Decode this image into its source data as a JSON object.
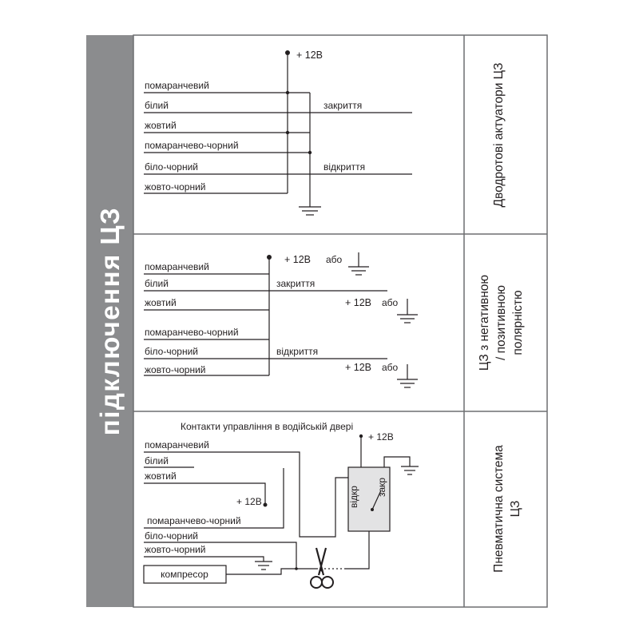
{
  "title": "підключення ЦЗ",
  "panel1": {
    "caption": "Дводротові актуатори ЦЗ",
    "power": "+ 12В",
    "wires": [
      "помаранчевий",
      "білий",
      "жовтий",
      "помаранчево-чорний",
      "біло-чорний",
      "жовто-чорний"
    ],
    "lock": "закриття",
    "unlock": "відкриття"
  },
  "panel2": {
    "caption_lines": [
      "ЦЗ з негативною",
      "/ позитивною",
      "полярністю"
    ],
    "power_or": "+ 12В",
    "abo": "або",
    "wires": [
      "помаранчевий",
      "білий",
      "жовтий",
      "помаранчево-чорний",
      "біло-чорний",
      "жовто-чорний"
    ],
    "lock": "закриття",
    "unlock": "відкриття"
  },
  "panel3": {
    "caption_lines": [
      "Пневматична система",
      "ЦЗ"
    ],
    "header": "Контакти управління в водійській двері",
    "power": "+ 12В",
    "wires": [
      "помаранчевий",
      "білий",
      "жовтий",
      "помаранчево-чорний",
      "біло-чорний",
      "жовто-чорний"
    ],
    "compressor": "компресор",
    "open_label": "відкр",
    "close_label": "закр"
  },
  "colors": {
    "sidebar": "#8b8c8e",
    "line": "#231f20",
    "switch_box": "#e3e3e4"
  },
  "icons": [
    "ground-icon",
    "scissors-icon",
    "switch-icon"
  ]
}
